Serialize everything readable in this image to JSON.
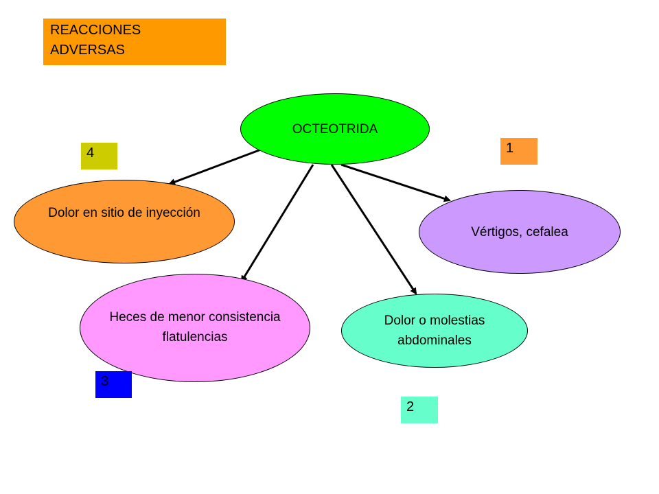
{
  "title": "REACCIONES\nADVERSAS",
  "central": {
    "label": "OCTEOTRIDA",
    "color": "#00ff00"
  },
  "effects": [
    {
      "key": "dolor-inyeccion",
      "label": "Dolor en sitio de inyección",
      "color": "#ff9933",
      "rank": "4",
      "rank_color": "#cccc00"
    },
    {
      "key": "vertigos",
      "label": "Vértigos, cefalea",
      "color": "#cc99ff",
      "rank": "1",
      "rank_color": "#ff9933"
    },
    {
      "key": "heces",
      "label": "Heces de menor consistencia\nflatulencias",
      "color": "#ff99ff",
      "rank": "3",
      "rank_color": "#0000ff"
    },
    {
      "key": "dolor-abdominal",
      "label": "Dolor o molestias\nabdominales",
      "color": "#66ffcc",
      "rank": "2",
      "rank_color": "#66ffcc"
    }
  ],
  "colors": {
    "title_bg": "#ff9900",
    "arrow": "#000000"
  }
}
